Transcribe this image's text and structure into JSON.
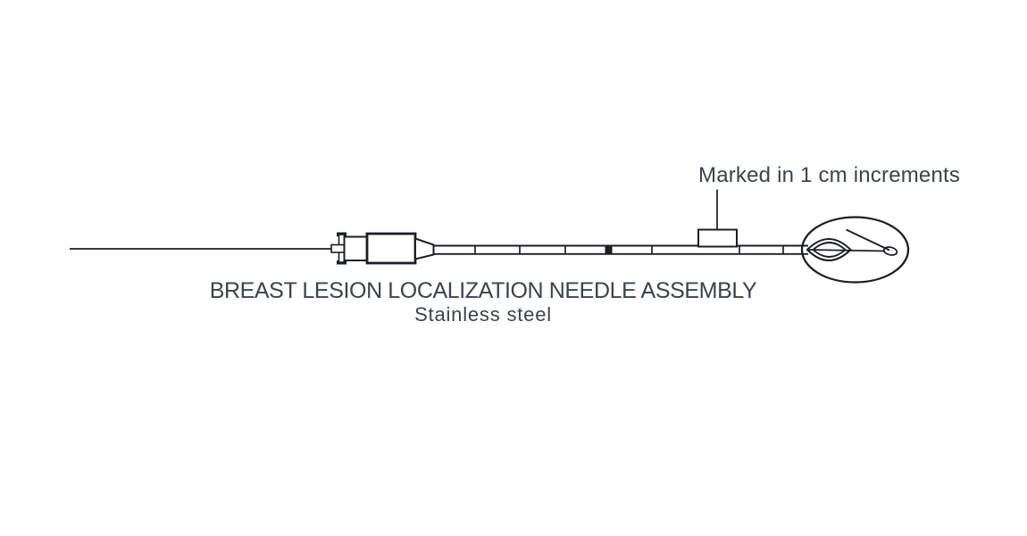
{
  "colors": {
    "line": "#1b1e23",
    "text": "#3d434a",
    "background": "#ffffff"
  },
  "diagram": {
    "callout_label": "Marked in 1 cm increments",
    "title": "BREAST LESION LOCALIZATION NEEDLE ASSEMBLY",
    "subtitle": "Stainless steel"
  }
}
